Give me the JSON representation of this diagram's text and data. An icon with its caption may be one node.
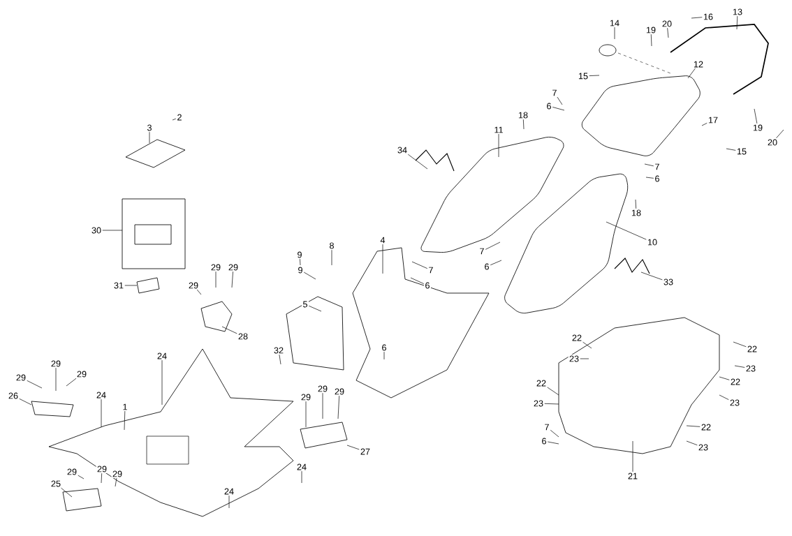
{
  "diagram": {
    "nodes": [
      {
        "text": [
          "2"
        ]
      },
      {
        "text": [
          "3"
        ]
      },
      {
        "text": [
          "30"
        ]
      },
      {
        "text": [
          "31"
        ]
      },
      {
        "text": [
          "29"
        ]
      },
      {
        "text": [
          "29"
        ]
      },
      {
        "text": [
          "29"
        ]
      },
      {
        "text": [
          "28"
        ]
      },
      {
        "text": [
          "24"
        ]
      },
      {
        "text": [
          "29"
        ]
      },
      {
        "text": [
          "29"
        ]
      },
      {
        "text": [
          "29"
        ]
      },
      {
        "text": [
          "26"
        ]
      },
      {
        "text": [
          "24"
        ]
      },
      {
        "text": [
          "1"
        ]
      },
      {
        "text": [
          "29"
        ]
      },
      {
        "text": [
          "29"
        ]
      },
      {
        "text": [
          "29"
        ]
      },
      {
        "text": [
          "27"
        ]
      },
      {
        "text": [
          "24"
        ]
      },
      {
        "text": [
          "29"
        ]
      },
      {
        "text": [
          "29"
        ]
      },
      {
        "text": [
          "29"
        ]
      },
      {
        "text": [
          "25"
        ]
      },
      {
        "text": [
          "24"
        ]
      },
      {
        "text": [
          "32"
        ]
      },
      {
        "text": [
          "5"
        ]
      },
      {
        "text": [
          "9"
        ]
      },
      {
        "text": [
          "9"
        ]
      },
      {
        "text": [
          "8"
        ]
      },
      {
        "text": [
          "4"
        ]
      },
      {
        "text": [
          "7"
        ]
      },
      {
        "text": [
          "6"
        ]
      },
      {
        "text": [
          "6"
        ]
      },
      {
        "text": [
          "34"
        ]
      },
      {
        "text": [
          "11"
        ]
      },
      {
        "text": [
          "18"
        ]
      },
      {
        "text": [
          "7"
        ]
      },
      {
        "text": [
          "6"
        ]
      },
      {
        "text": [
          "10"
        ]
      },
      {
        "text": [
          "18"
        ]
      },
      {
        "text": [
          "33"
        ]
      },
      {
        "text": [
          "14"
        ]
      },
      {
        "text": [
          "19"
        ]
      },
      {
        "text": [
          "20"
        ]
      },
      {
        "text": [
          "16"
        ]
      },
      {
        "text": [
          "13"
        ]
      },
      {
        "text": [
          "15"
        ]
      },
      {
        "text": [
          "12"
        ]
      },
      {
        "text": [
          "7"
        ]
      },
      {
        "text": [
          "6"
        ]
      },
      {
        "text": [
          "17"
        ]
      },
      {
        "text": [
          "19"
        ]
      },
      {
        "text": [
          "20"
        ]
      },
      {
        "text": [
          "15"
        ]
      },
      {
        "text": [
          "7"
        ]
      },
      {
        "text": [
          "6"
        ]
      },
      {
        "text": [
          "22"
        ]
      },
      {
        "text": [
          "23"
        ]
      },
      {
        "text": [
          "22"
        ]
      },
      {
        "text": [
          "23"
        ]
      },
      {
        "text": [
          "22"
        ]
      },
      {
        "text": [
          "23"
        ]
      },
      {
        "text": [
          "22"
        ]
      },
      {
        "text": [
          "23"
        ]
      },
      {
        "text": [
          "22"
        ]
      },
      {
        "text": [
          "23"
        ]
      },
      {
        "text": [
          "7"
        ]
      },
      {
        "text": [
          "6"
        ]
      },
      {
        "text": [
          "21"
        ]
      }
    ],
    "edges": [
      {
        "from": 0,
        "to": null,
        "arrow": "none"
      },
      {
        "from": 1,
        "to": null,
        "arrow": "none"
      },
      {
        "from": 2,
        "to": null,
        "arrow": "none"
      },
      {
        "from": 3,
        "to": null,
        "arrow": "none"
      },
      {
        "from": 4,
        "to": null,
        "arrow": "none"
      },
      {
        "from": 5,
        "to": null,
        "arrow": "none"
      },
      {
        "from": 6,
        "to": null,
        "arrow": "none"
      },
      {
        "from": 7,
        "to": null,
        "arrow": "none"
      },
      {
        "from": 8,
        "to": null,
        "arrow": "none"
      },
      {
        "from": 9,
        "to": null,
        "arrow": "none"
      },
      {
        "from": 10,
        "to": null,
        "arrow": "none"
      },
      {
        "from": 11,
        "to": null,
        "arrow": "none"
      },
      {
        "from": 12,
        "to": null,
        "arrow": "none"
      },
      {
        "from": 13,
        "to": null,
        "arrow": "none"
      },
      {
        "from": 14,
        "to": null,
        "arrow": "none"
      },
      {
        "from": 15,
        "to": null,
        "arrow": "none"
      },
      {
        "from": 16,
        "to": null,
        "arrow": "none"
      },
      {
        "from": 17,
        "to": null,
        "arrow": "none"
      },
      {
        "from": 18,
        "to": null,
        "arrow": "none"
      },
      {
        "from": 19,
        "to": null,
        "arrow": "none"
      },
      {
        "from": 20,
        "to": null,
        "arrow": "none"
      },
      {
        "from": 21,
        "to": null,
        "arrow": "none"
      },
      {
        "from": 22,
        "to": null,
        "arrow": "none"
      },
      {
        "from": 23,
        "to": null,
        "arrow": "none"
      },
      {
        "from": 24,
        "to": null,
        "arrow": "none"
      },
      {
        "from": 25,
        "to": null,
        "arrow": "none"
      },
      {
        "from": 26,
        "to": null,
        "arrow": "none"
      },
      {
        "from": 27,
        "to": null,
        "arrow": "none"
      },
      {
        "from": 28,
        "to": null,
        "arrow": "none"
      },
      {
        "from": 29,
        "to": null,
        "arrow": "none"
      },
      {
        "from": 30,
        "to": null,
        "arrow": "none"
      },
      {
        "from": 31,
        "to": null,
        "arrow": "none"
      },
      {
        "from": 32,
        "to": null,
        "arrow": "none"
      },
      {
        "from": 33,
        "to": null,
        "arrow": "none"
      },
      {
        "from": 34,
        "to": null,
        "arrow": "none"
      },
      {
        "from": 35,
        "to": null,
        "arrow": "none"
      },
      {
        "from": 36,
        "to": null,
        "arrow": "none"
      },
      {
        "from": 37,
        "to": null,
        "arrow": "none"
      },
      {
        "from": 38,
        "to": null,
        "arrow": "none"
      },
      {
        "from": 39,
        "to": null,
        "arrow": "none"
      },
      {
        "from": 40,
        "to": null,
        "arrow": "none"
      },
      {
        "from": 41,
        "to": null,
        "arrow": "none"
      },
      {
        "from": 42,
        "to": null,
        "arrow": "none"
      },
      {
        "from": 43,
        "to": null,
        "arrow": "none"
      },
      {
        "from": 44,
        "to": null,
        "arrow": "none"
      },
      {
        "from": 45,
        "to": null,
        "arrow": "none"
      },
      {
        "from": 46,
        "to": null,
        "arrow": "none"
      },
      {
        "from": 47,
        "to": null,
        "arrow": "none"
      },
      {
        "from": 48,
        "to": null,
        "arrow": "none"
      },
      {
        "from": 49,
        "to": null,
        "arrow": "none"
      },
      {
        "from": 50,
        "to": null,
        "arrow": "none"
      },
      {
        "from": 51,
        "to": null,
        "arrow": "none"
      },
      {
        "from": 52,
        "to": null,
        "arrow": "none"
      },
      {
        "from": 53,
        "to": null,
        "arrow": "none"
      },
      {
        "from": 54,
        "to": null,
        "arrow": "none"
      },
      {
        "from": 55,
        "to": null,
        "arrow": "none"
      },
      {
        "from": 56,
        "to": null,
        "arrow": "none"
      },
      {
        "from": 57,
        "to": null,
        "arrow": "none"
      },
      {
        "from": 58,
        "to": null,
        "arrow": "none"
      },
      {
        "from": 59,
        "to": null,
        "arrow": "none"
      },
      {
        "from": 60,
        "to": null,
        "arrow": "none"
      },
      {
        "from": 61,
        "to": null,
        "arrow": "none"
      },
      {
        "from": 62,
        "to": null,
        "arrow": "none"
      },
      {
        "from": 63,
        "to": null,
        "arrow": "none"
      },
      {
        "from": 64,
        "to": null,
        "arrow": "none"
      },
      {
        "from": 65,
        "to": null,
        "arrow": "none"
      },
      {
        "from": 66,
        "to": null,
        "arrow": "none"
      },
      {
        "from": 67,
        "to": null,
        "arrow": "none"
      },
      {
        "from": 68,
        "to": null,
        "arrow": "none"
      },
      {
        "from": 69,
        "to": null,
        "arrow": "none"
      }
    ]
  }
}
